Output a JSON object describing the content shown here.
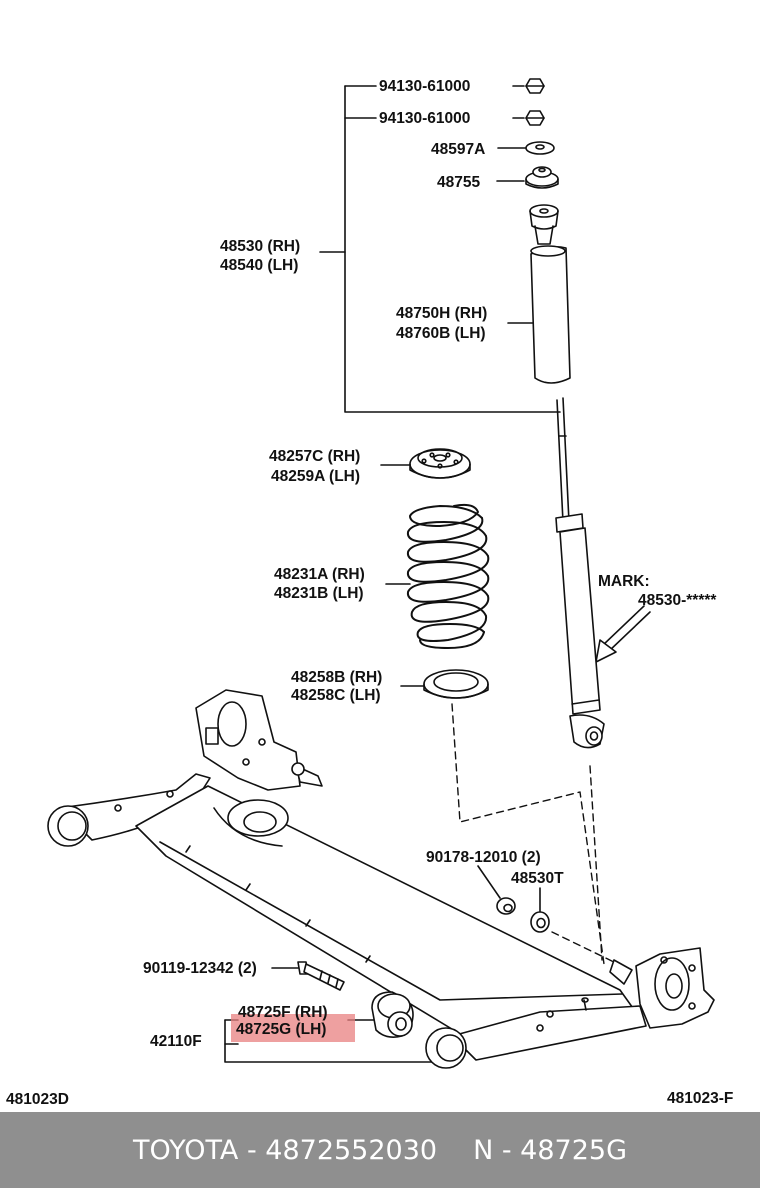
{
  "labels": {
    "nut_1": "94130-61000",
    "nut_2": "94130-61000",
    "washer": "48597A",
    "mount": "48755",
    "absorber_rh": "48530 (RH)",
    "absorber_lh": "48540 (LH)",
    "boot_rh": "48750H (RH)",
    "boot_lh": "48760B (LH)",
    "upper_insulator_rh": "48257C (RH)",
    "upper_insulator_lh": "48259A (LH)",
    "spring_rh": "48231A (RH)",
    "spring_lh": "48231B (LH)",
    "lower_insulator_rh": "48258B (RH)",
    "lower_insulator_lh": "48258C (LH)",
    "mark_label": "MARK:",
    "mark_value": "48530-*****",
    "bolt_nut": "90178-12010 (2)",
    "absorber_cushion": "48530T",
    "bolt": "90119-12342 (2)",
    "bushing_rh": "48725F (RH)",
    "bushing_lh": "48725G (LH)",
    "axle_beam": "42110F",
    "ref_left": "481023D",
    "ref_right": "481023-F"
  },
  "footer": {
    "brand_part": "TOYOTA - 4872552030",
    "code": "N - 48725G"
  },
  "colors": {
    "highlight": "#e88080",
    "footer_bg": "#8f8f8f",
    "footer_text": "#ffffff",
    "line": "#111111"
  }
}
